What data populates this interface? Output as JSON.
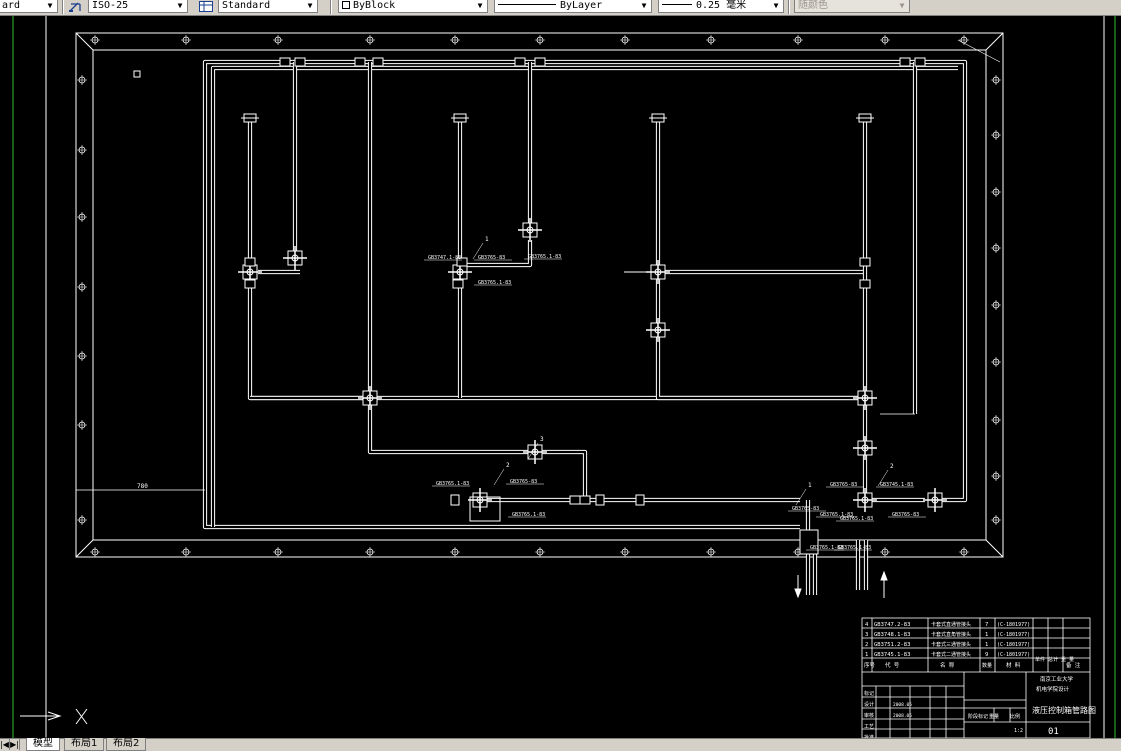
{
  "toolbar": {
    "text_style": "ard",
    "dim_style": "ISO-25",
    "table_style": "Standard",
    "color": "ByBlock",
    "linetype": "ByLayer",
    "lineweight": "0.25 毫米",
    "plot_style": "随颜色"
  },
  "drawing": {
    "dim_left": "780",
    "callouts": [
      "1",
      "1",
      "2",
      "2",
      "3"
    ],
    "part_labels": [
      "GB3747.1-83",
      "GB3765-83",
      "GB3765.1-83",
      "GB3765.1-83",
      "GB3765-83",
      "GB3765.1-83",
      "GB3765.1-83",
      "GB3765.1-83",
      "GB3765-83",
      "GB3745.1-83",
      "GB3765-83",
      "GB3765.1-83",
      "GB3765-83",
      "GB3765.1-83",
      "GB3765.1-83"
    ]
  },
  "title_block": {
    "bom_rows": [
      {
        "no": "4",
        "code": "GB3747.2-83",
        "name": "卡套式直通管接头",
        "qty": "7",
        "material": "(C-1801977)"
      },
      {
        "no": "3",
        "code": "GB3748.1-83",
        "name": "卡套式直角管接头",
        "qty": "1",
        "material": "(C-1801977)"
      },
      {
        "no": "2",
        "code": "GB3751.2-83",
        "name": "卡套式三通管接头",
        "qty": "1",
        "material": "(C-1801977)"
      },
      {
        "no": "1",
        "code": "GB3745.1-83",
        "name": "卡套式二通管接头",
        "qty": "9",
        "material": "(C-1801977)"
      }
    ],
    "header": {
      "no": "序号",
      "code": "代 号",
      "name": "名 称",
      "qty": "数量",
      "material": "材 料",
      "weight": "单件 总计 重 量",
      "remark": "备 注"
    },
    "school": "南京工业大学",
    "dept": "机电学院设计",
    "drawing_title": "液压控制箱管路图",
    "drawing_number": "01",
    "stage_labels": [
      "阶段标记",
      "重量",
      "比例"
    ],
    "scale": "1:2",
    "sign_rows": [
      "标记",
      "设计",
      "审核",
      "工艺",
      "批准"
    ],
    "sign_dates": [
      "2008.05",
      "2008.05"
    ]
  },
  "tabs": {
    "model": "模型",
    "layout1": "布局1",
    "layout2": "布局2"
  }
}
